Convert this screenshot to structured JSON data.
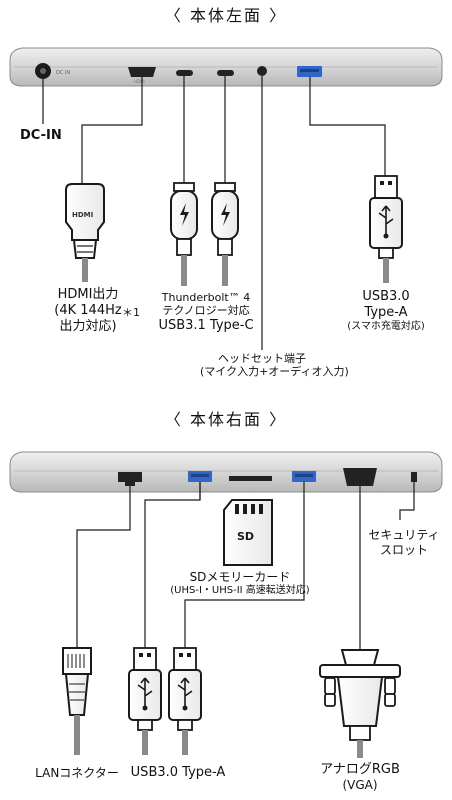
{
  "colors": {
    "line": "#1a1a1a",
    "chassis": "#d9d9d9",
    "chassis_shadow": "#a6a6a6",
    "port": "#2a2a2a",
    "usb_blue": "#2f66c8",
    "usb_blue_light": "#5b86d8",
    "cable_gray": "#8a8a8a"
  },
  "left_section": {
    "title": "〈 本体左面 〉",
    "dc_in": "DC-IN",
    "hdmi": {
      "line1": "HDMI出力",
      "line2": "(4K 144Hz",
      "line3": "出力対応)",
      "note": "＊1"
    },
    "thunderbolt": {
      "line1": "Thunderbolt™ 4",
      "line2": "テクノロジー対応",
      "line3": "USB3.1 Type-C"
    },
    "usb_left": {
      "line1": "USB3.0",
      "line2": "Type-A",
      "line3": "(スマホ充電対応)"
    },
    "headset": {
      "line1": "ヘッドセット端子",
      "line2": "(マイク入力+オーディオ入力)"
    },
    "icons": [
      "power-plug-icon",
      "hdmi-plug-icon",
      "thunderbolt-plug-icon",
      "usb-a-plug-icon",
      "headset-jack-icon"
    ]
  },
  "right_section": {
    "title": "〈 本体右面 〉",
    "sd": {
      "line1": "SDメモリーカード",
      "line2": "(UHS-I・UHS-II 高速転送対応)"
    },
    "security": {
      "line1": "セキュリティ",
      "line2": "スロット"
    },
    "lan": "LANコネクター",
    "usb_right": "USB3.0 Type-A",
    "vga": {
      "line1": "アナログRGB",
      "line2": "(VGA)"
    },
    "icons": [
      "sd-card-icon",
      "rj45-plug-icon",
      "usb-a-plug-icon",
      "vga-plug-icon",
      "lock-slot-icon"
    ]
  }
}
